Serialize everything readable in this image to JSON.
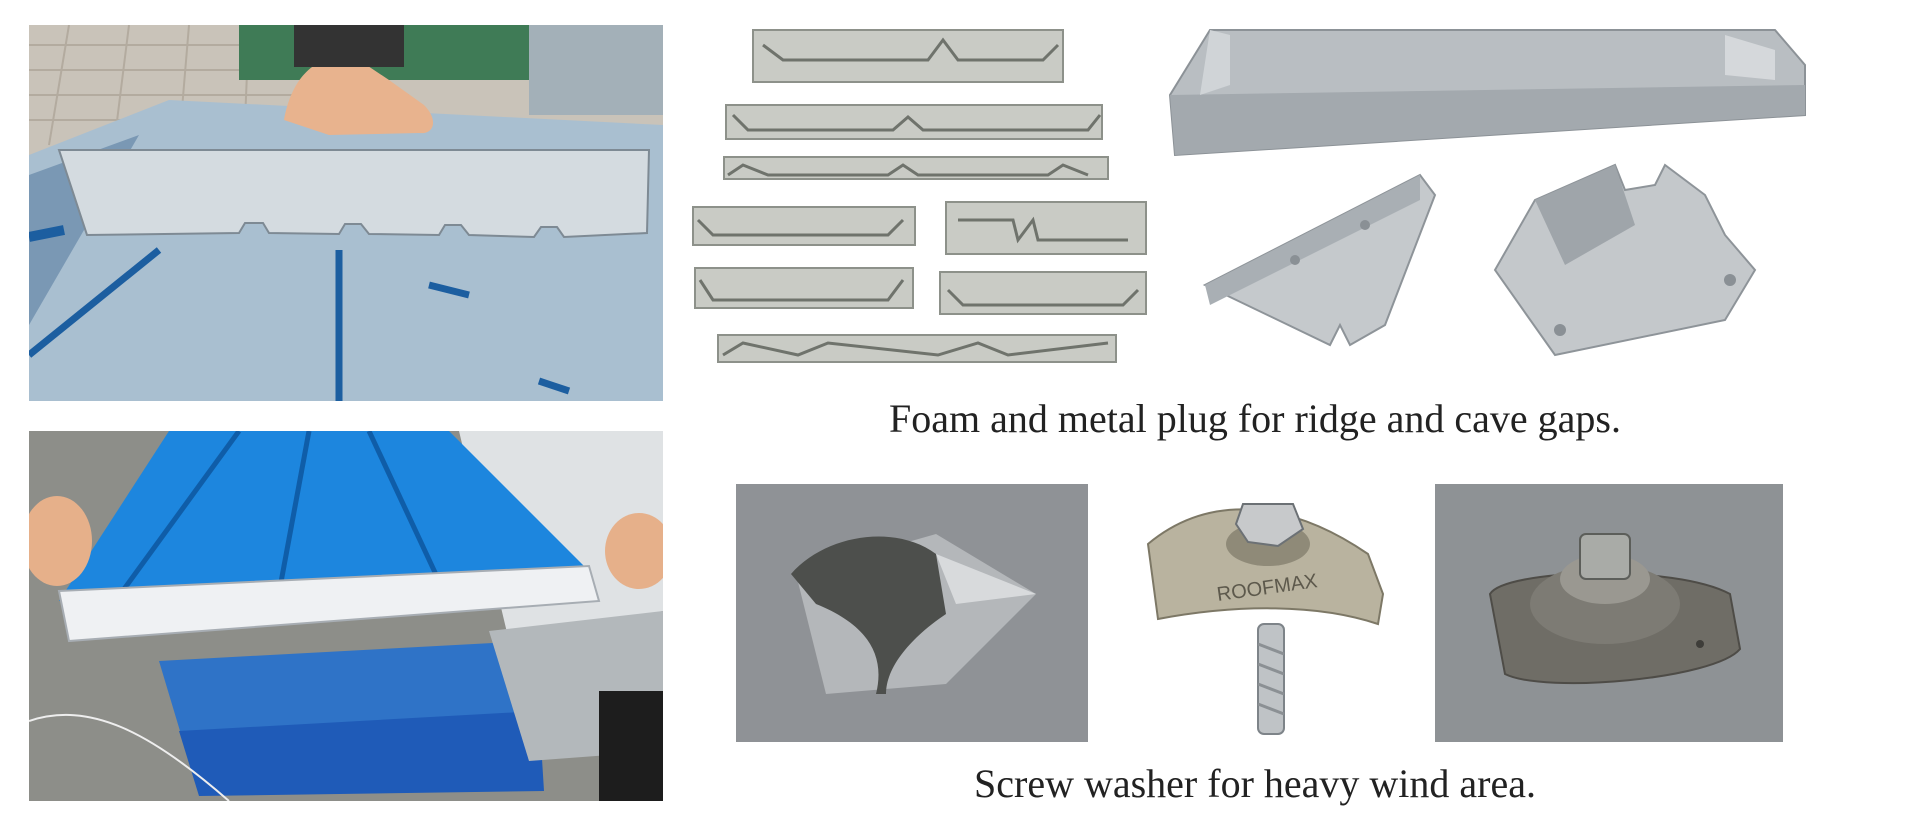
{
  "captions": {
    "plugs": "Foam and metal plug for ridge and cave gaps.",
    "washer": "Screw washer for heavy wind area."
  },
  "washer_stamp": "ROOFMAX",
  "colors": {
    "panel_blue": "#1f8ee6",
    "metal_silver": "#c4c8cb",
    "plug_gray": "#c9cbc5",
    "background": "#ffffff"
  }
}
